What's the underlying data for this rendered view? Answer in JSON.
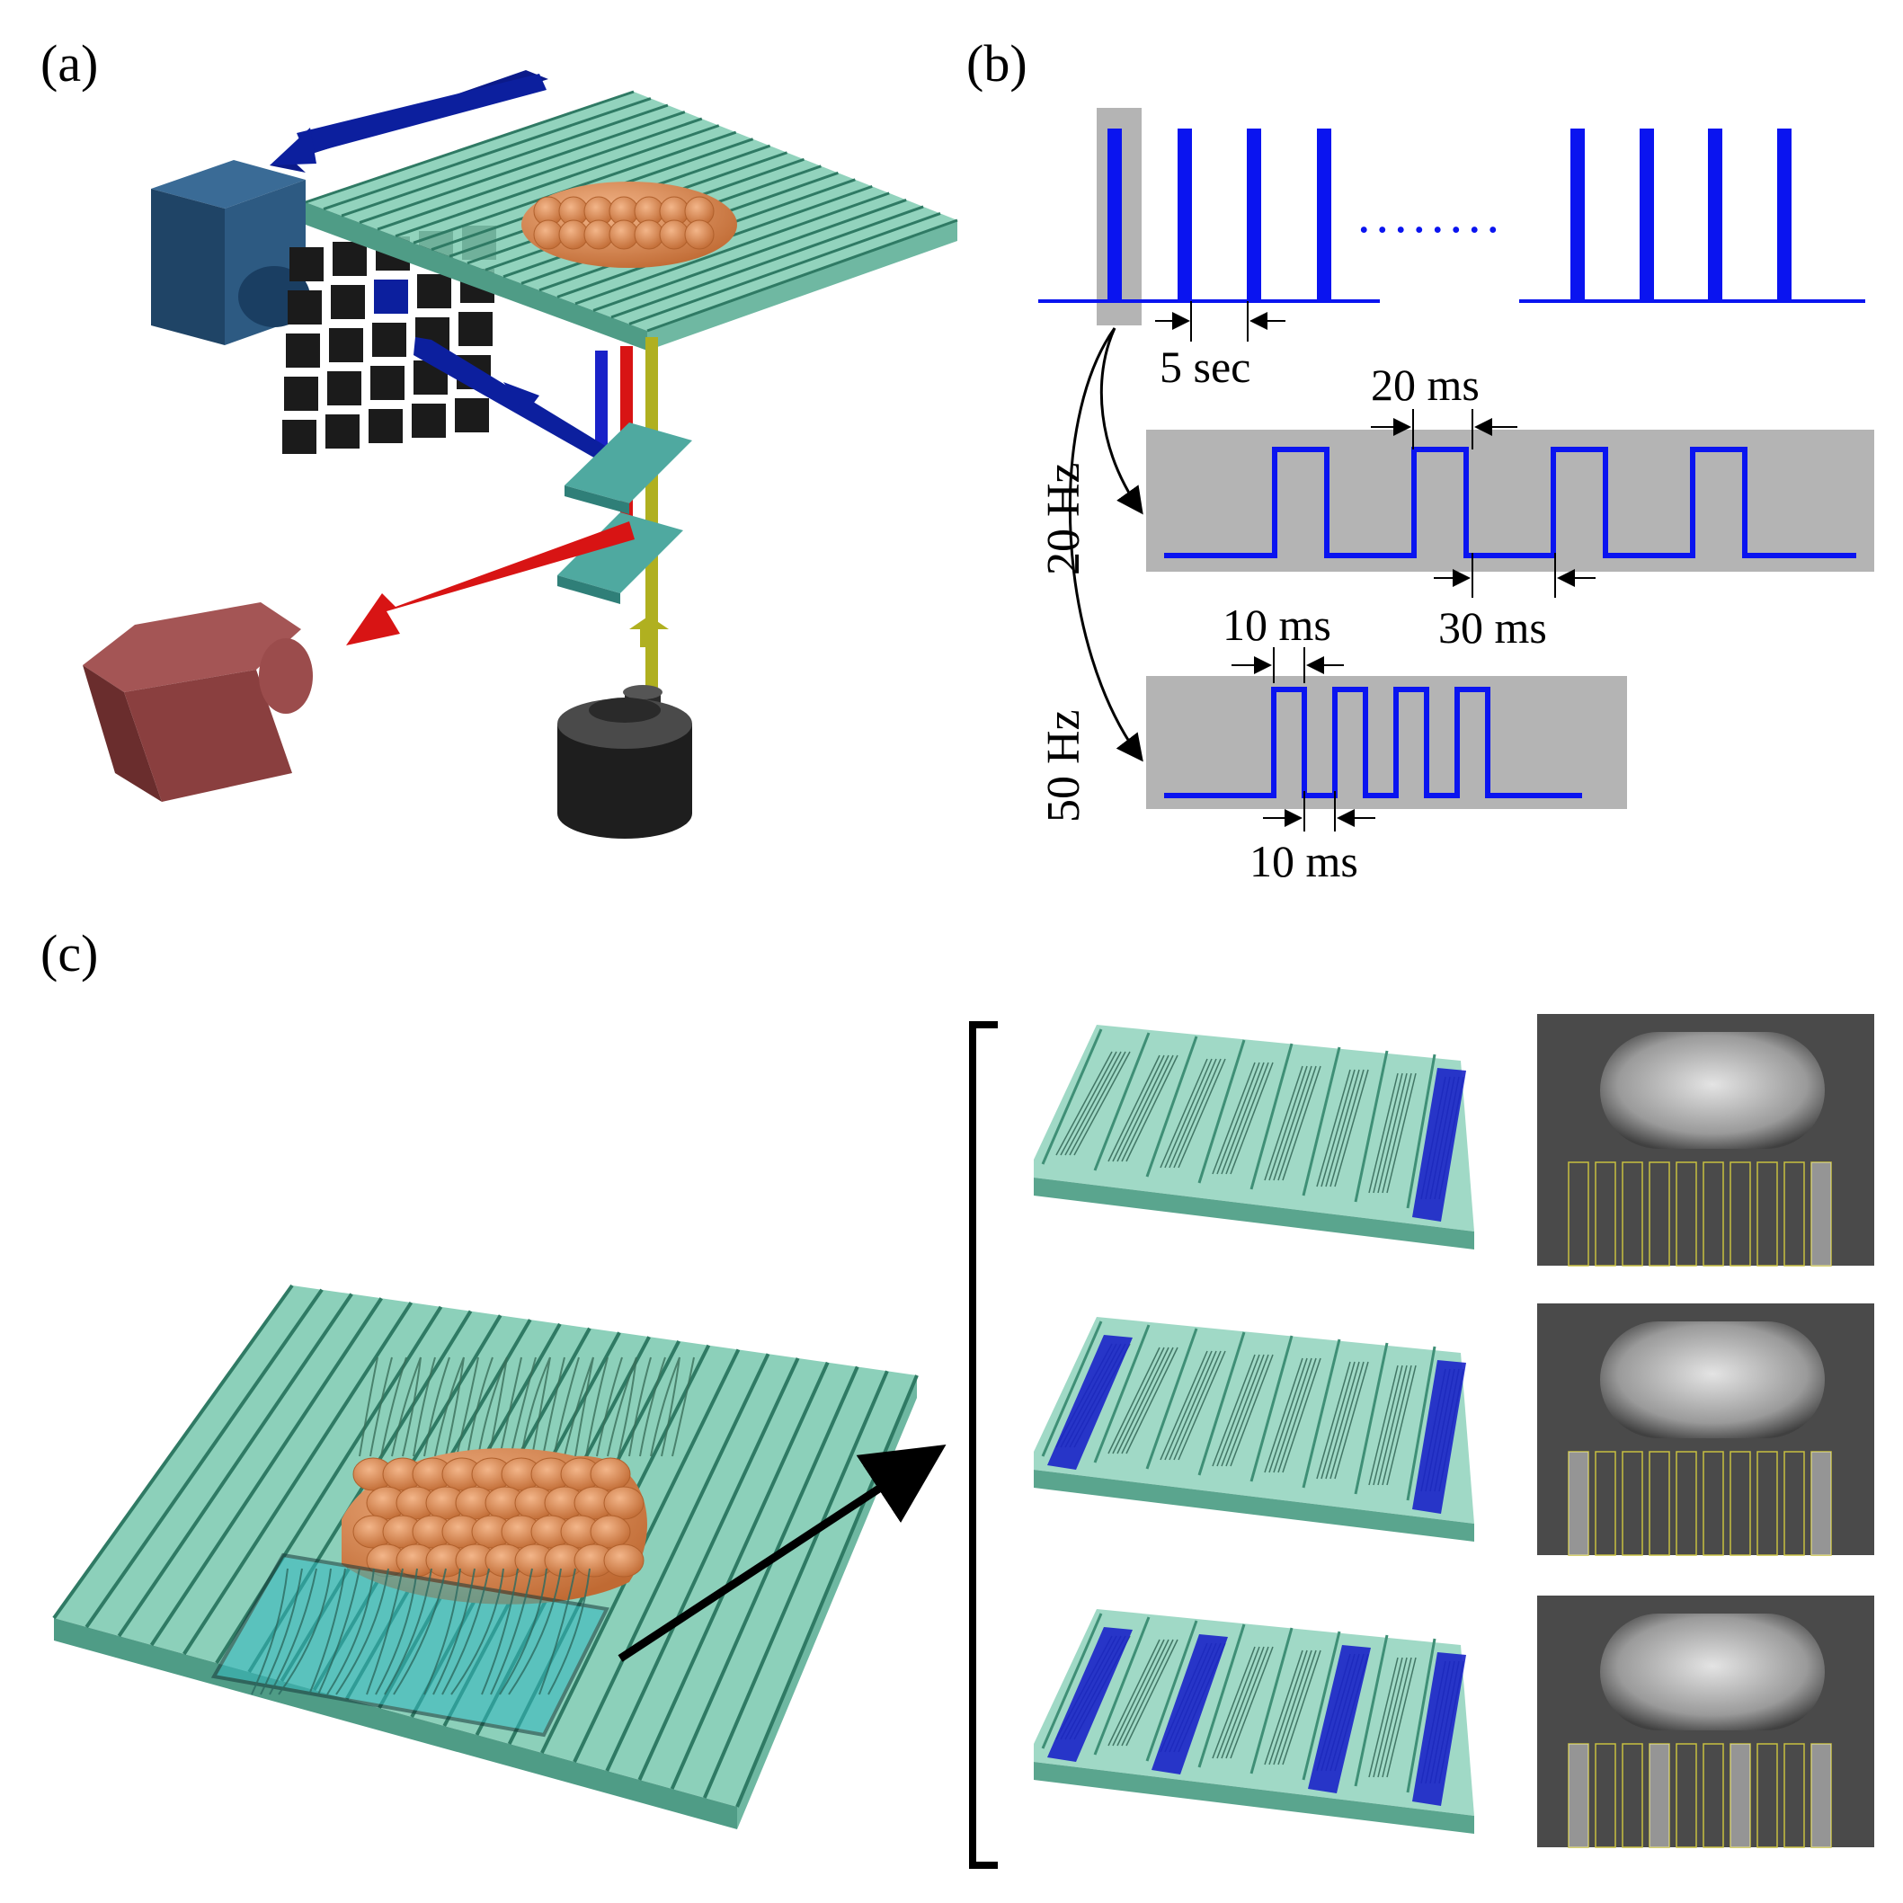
{
  "panels": {
    "a": {
      "label": "(a)"
    },
    "b": {
      "label": "(b)",
      "interval_label": "5 sec",
      "freq_20": "20 Hz",
      "freq_50": "50 Hz",
      "on_20": "20 ms",
      "off_20": "30 ms",
      "on_50": "10 ms",
      "off_50": "10 ms",
      "ellipsis": "........"
    },
    "c": {
      "label": "(c)"
    }
  },
  "colors": {
    "pulse_blue": "#0a14f0",
    "gray_box": "#b4b4b4",
    "chip_teal": "#7fcbb2",
    "tissue_orange": "#dd8a55",
    "camera_blue": "#21476b",
    "camera_red": "#8a3f3f",
    "beam_red": "#d81414",
    "beam_yellow": "#b0b020",
    "stim_blue": "#1a22c8"
  },
  "icons": [
    "camera-icon",
    "dmd-mirror-grid",
    "dichroic-mirror",
    "objective-lens",
    "microfluidic-chip",
    "muscle-tissue"
  ]
}
